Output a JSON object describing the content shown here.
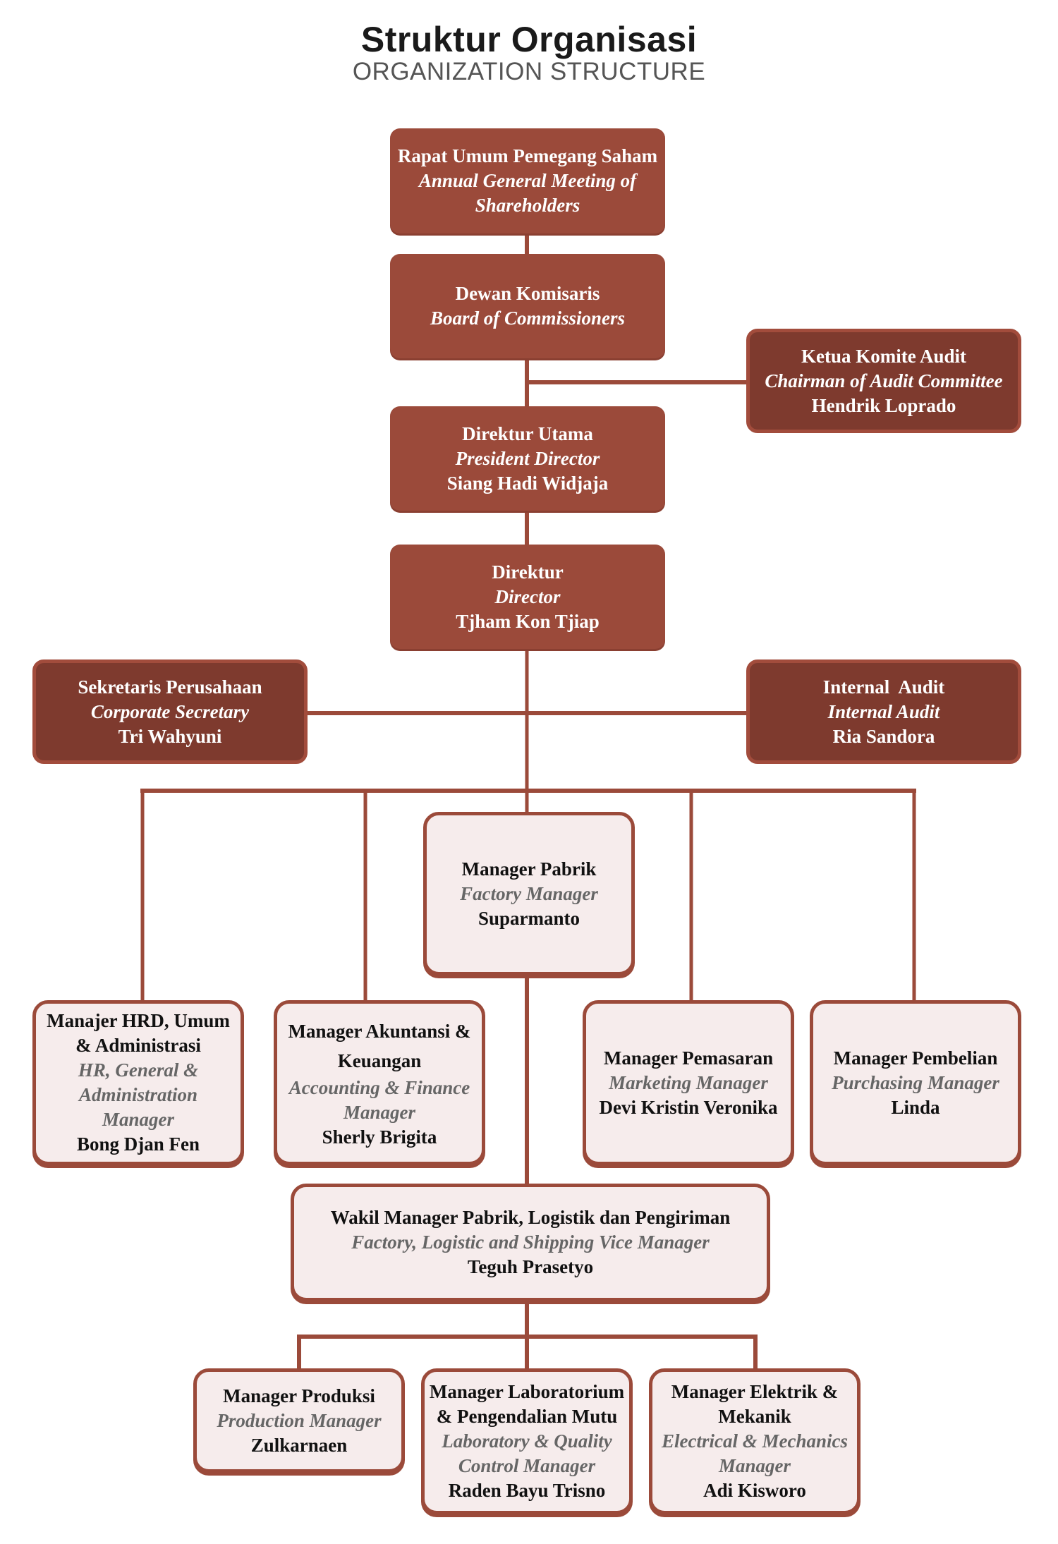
{
  "header": {
    "title": "Struktur Organisasi",
    "subtitle": "ORGANIZATION STRUCTURE"
  },
  "colors": {
    "primary_box": "#9b4a3a",
    "dark_box": "#7e3a2e",
    "light_box_fill": "#f6ecec",
    "connector": "#9b4a3a",
    "english_title_text": "#666666"
  },
  "nodes": {
    "rups": {
      "title": "Rapat Umum Pemegang Saham",
      "title_en_1": "Annual General Meeting of",
      "title_en_2": "Shareholders"
    },
    "commissioners": {
      "title": "Dewan Komisaris",
      "title_en": "Board of Commissioners"
    },
    "audit_committee": {
      "title": "Ketua Komite Audit",
      "title_en": "Chairman of Audit Committee",
      "name": "Hendrik Loprado"
    },
    "president_director": {
      "title": "Direktur Utama",
      "title_en": "President Director",
      "name": "Siang Hadi Widjaja"
    },
    "director": {
      "title": "Direktur",
      "title_en": "Director",
      "name": "Tjham Kon Tjiap"
    },
    "corporate_secretary": {
      "title": "Sekretaris Perusahaan",
      "title_en": "Corporate Secretary",
      "name": "Tri Wahyuni"
    },
    "internal_audit": {
      "title": "Internal  Audit",
      "title_en": "Internal Audit",
      "name": "Ria Sandora"
    },
    "factory_manager": {
      "title": "Manager Pabrik",
      "title_en": "Factory Manager",
      "name": "Suparmanto"
    },
    "hr_manager": {
      "title_1": "Manajer HRD, Umum",
      "title_2": "& Administrasi",
      "title_en_1": "HR, General &",
      "title_en_2": "Administration",
      "title_en_3": "Manager",
      "name": "Bong Djan Fen"
    },
    "accounting_manager": {
      "title_1": "Manager Akuntansi &",
      "title_2": "Keuangan",
      "title_en_1": "Accounting & Finance",
      "title_en_2": "Manager",
      "name": "Sherly Brigita"
    },
    "marketing_manager": {
      "title": "Manager Pemasaran",
      "title_en": "Marketing Manager",
      "name": "Devi Kristin Veronika"
    },
    "purchasing_manager": {
      "title": "Manager Pembelian",
      "title_en": "Purchasing Manager",
      "name": "Linda"
    },
    "vice_factory_manager": {
      "title": "Wakil Manager Pabrik, Logistik dan Pengiriman",
      "title_en": "Factory, Logistic and Shipping Vice Manager",
      "name": "Teguh Prasetyo"
    },
    "production_manager": {
      "title": "Manager Produksi",
      "title_en": "Production Manager",
      "name": "Zulkarnaen"
    },
    "lab_manager": {
      "title_1": "Manager Laboratorium",
      "title_2": "& Pengendalian Mutu",
      "title_en_1": "Laboratory & Quality",
      "title_en_2": "Control Manager",
      "name": "Raden Bayu Trisno"
    },
    "electrical_manager": {
      "title_1": "Manager Elektrik &",
      "title_2": "Mekanik",
      "title_en_1": "Electrical & Mechanics",
      "title_en_2": "Manager",
      "name": "Adi Kisworo"
    }
  }
}
